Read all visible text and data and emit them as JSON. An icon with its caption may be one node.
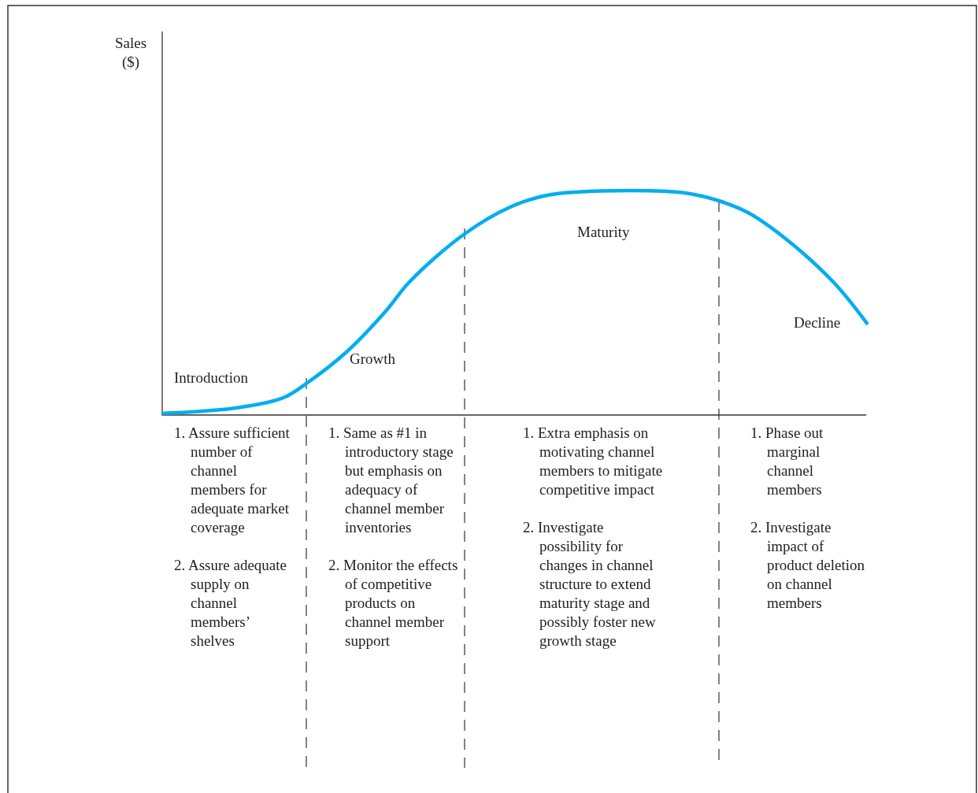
{
  "diagram": {
    "labels": [
      "Sales ($)",
      "Maturity",
      "Decline",
      "Growth",
      "Introduction",
      "1. Assure sufficient number of channel members for adequate market coverage",
      "2. Assure adequate supply on channel members’ shelves",
      "1. Same as #1 in introductory stage but emphasis on adequacy of channel member inventories",
      "2. Monitor the effects of competitive products on channel member support",
      "1. Extra emphasis on motivating channel members to mitigate competitive impact",
      "2. Investigate possibility for changes in channel structure to extend maturity stage and possibly foster new growth stage",
      "1. Phase out marginal channel members",
      "2. Investigate impact of product deletion on channel members"
    ]
  }
}
